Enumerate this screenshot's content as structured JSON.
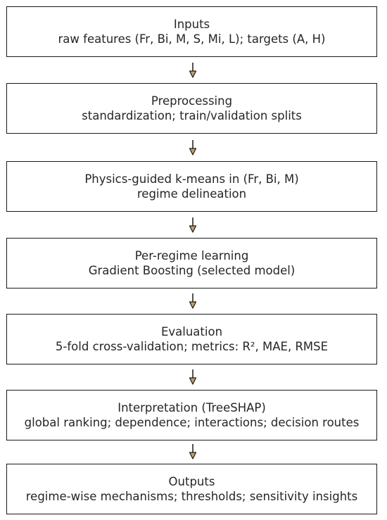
{
  "flowchart": {
    "steps": [
      {
        "title": "Inputs",
        "detail": "raw features (Fr, Bi, M, S, Mi, L); targets (A, H)"
      },
      {
        "title": "Preprocessing",
        "detail": "standardization; train/validation splits"
      },
      {
        "title": "Physics-guided k-means in (Fr, Bi, M)",
        "detail": "regime delineation"
      },
      {
        "title": "Per-regime learning",
        "detail": "Gradient Boosting (selected model)"
      },
      {
        "title": "Evaluation",
        "detail": "5-fold cross-validation; metrics: R², MAE, RMSE"
      },
      {
        "title": "Interpretation (TreeSHAP)",
        "detail": "global ranking; dependence; interactions; decision routes"
      },
      {
        "title": "Outputs",
        "detail": "regime-wise mechanisms; thresholds; sensitivity insights"
      }
    ],
    "colors": {
      "border": "#1a1a1a",
      "text": "#262626",
      "arrow_fill": "#c8a060"
    }
  }
}
